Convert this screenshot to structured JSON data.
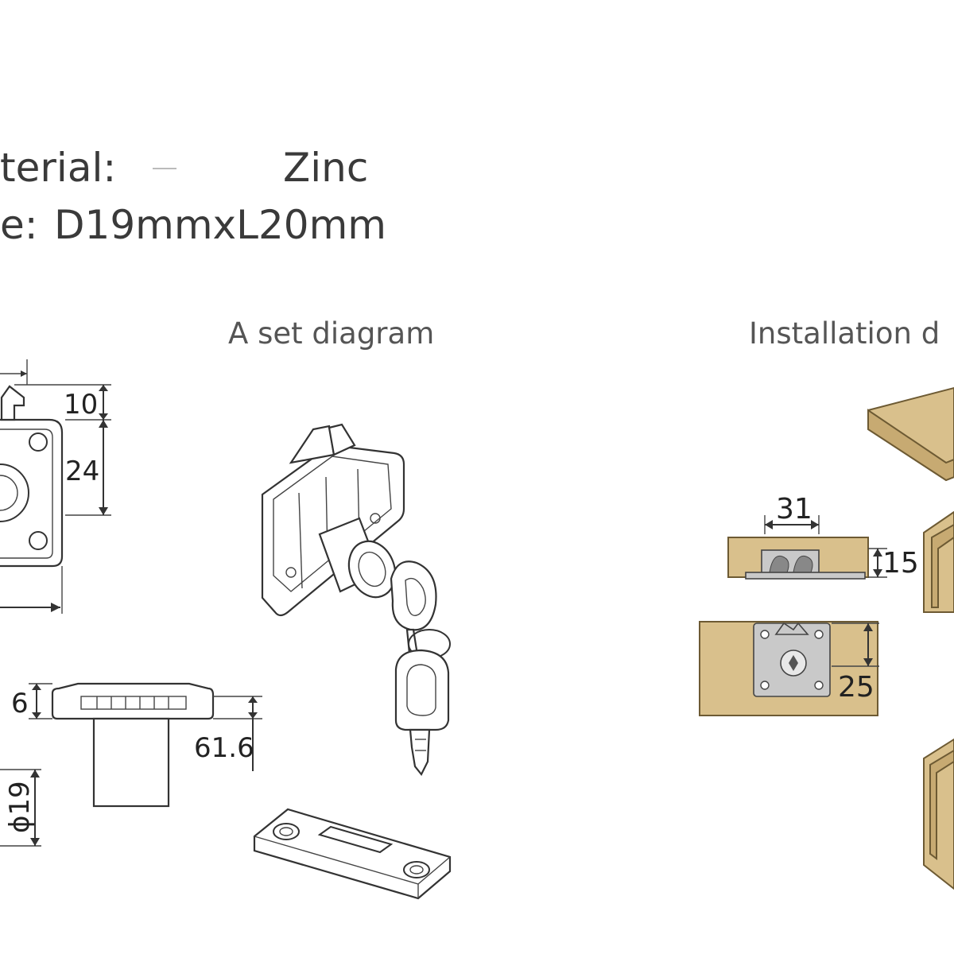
{
  "specs": {
    "material_label": "terial:",
    "material_value": "Zinc",
    "size_label": "e:",
    "size_value": "D19mmxL20mm"
  },
  "captions": {
    "set_diagram": "A set diagram",
    "installation": "Installation d"
  },
  "dimensions": {
    "d10": "10",
    "d24": "24",
    "d6": "6",
    "d61_6": "61.6",
    "d19": "ϕ19",
    "d31": "31",
    "d15": "15",
    "d25": "25"
  },
  "colors": {
    "wood": "#d9c08c",
    "line": "#333333",
    "text": "#3a3a3a"
  }
}
